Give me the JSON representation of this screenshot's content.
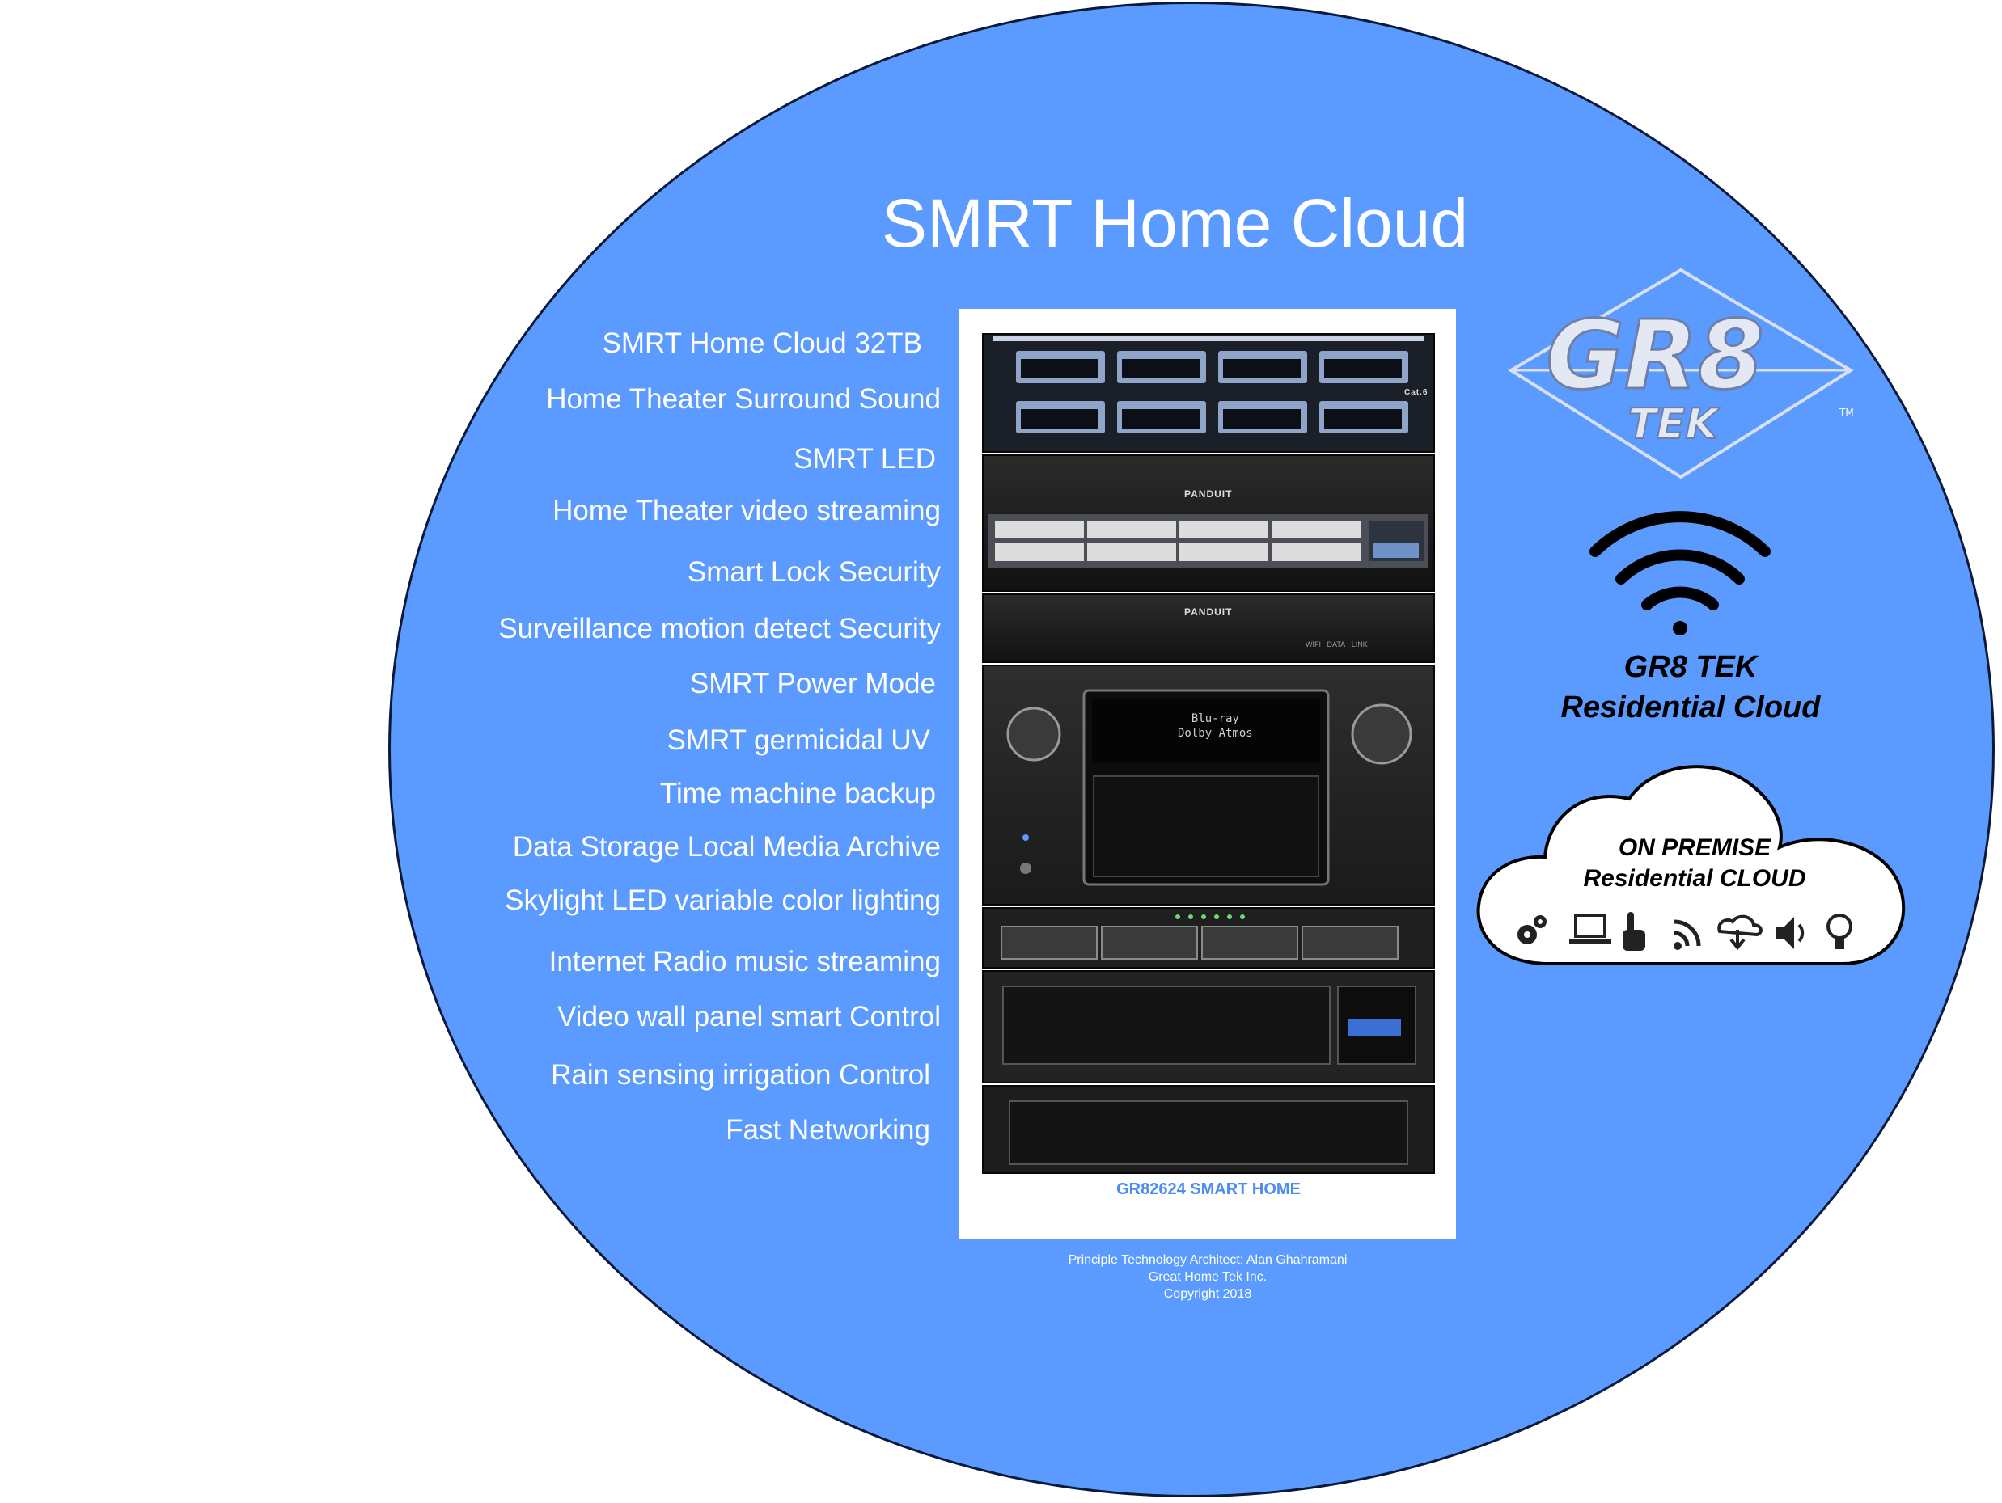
{
  "title": "SMRT Home Cloud",
  "features": [
    "SMRT Home Cloud 32TB",
    "Home Theater Surround Sound",
    "SMRT LED",
    "Home Theater video streaming",
    "Smart Lock Security",
    "Surveillance motion detect Security",
    "SMRT Power Mode",
    "SMRT germicidal UV",
    "Time machine  backup",
    "Data Storage Local Media Archive",
    "Skylight LED variable color lighting",
    "Internet Radio music streaming",
    "Video wall panel smart Control",
    "Rain sensing irrigation Control",
    "Fast Networking"
  ],
  "rack": {
    "label": "GR82624 SMART HOME",
    "brand": "PANDUIT",
    "panel_tag": "Cat.6",
    "display_line1": "Blu-ray",
    "display_line2": "Dolby Atmos",
    "status_labels": [
      "WIFI",
      "DATA",
      "LINK"
    ]
  },
  "credits": {
    "line1": "Principle Technology Architect: Alan Ghahramani",
    "line2": "Great Home Tek Inc.",
    "line3": "Copyright 2018"
  },
  "logo": {
    "main": "GR8",
    "sub": "TEK",
    "tm": "TM"
  },
  "brand_title": {
    "line1": "GR8 TEK",
    "line2": "Residential Cloud"
  },
  "cloud": {
    "line1": "ON PREMISE",
    "line2": "Residential CLOUD",
    "icons": [
      "gears-icon",
      "laptop-icon",
      "touch-icon",
      "rss-icon",
      "cloud-download-icon",
      "speaker-icon",
      "lightbulb-icon"
    ]
  },
  "colors": {
    "background_circle": "#5b9aff",
    "rack_label": "#4d8cf0",
    "text": "#ffffff"
  }
}
